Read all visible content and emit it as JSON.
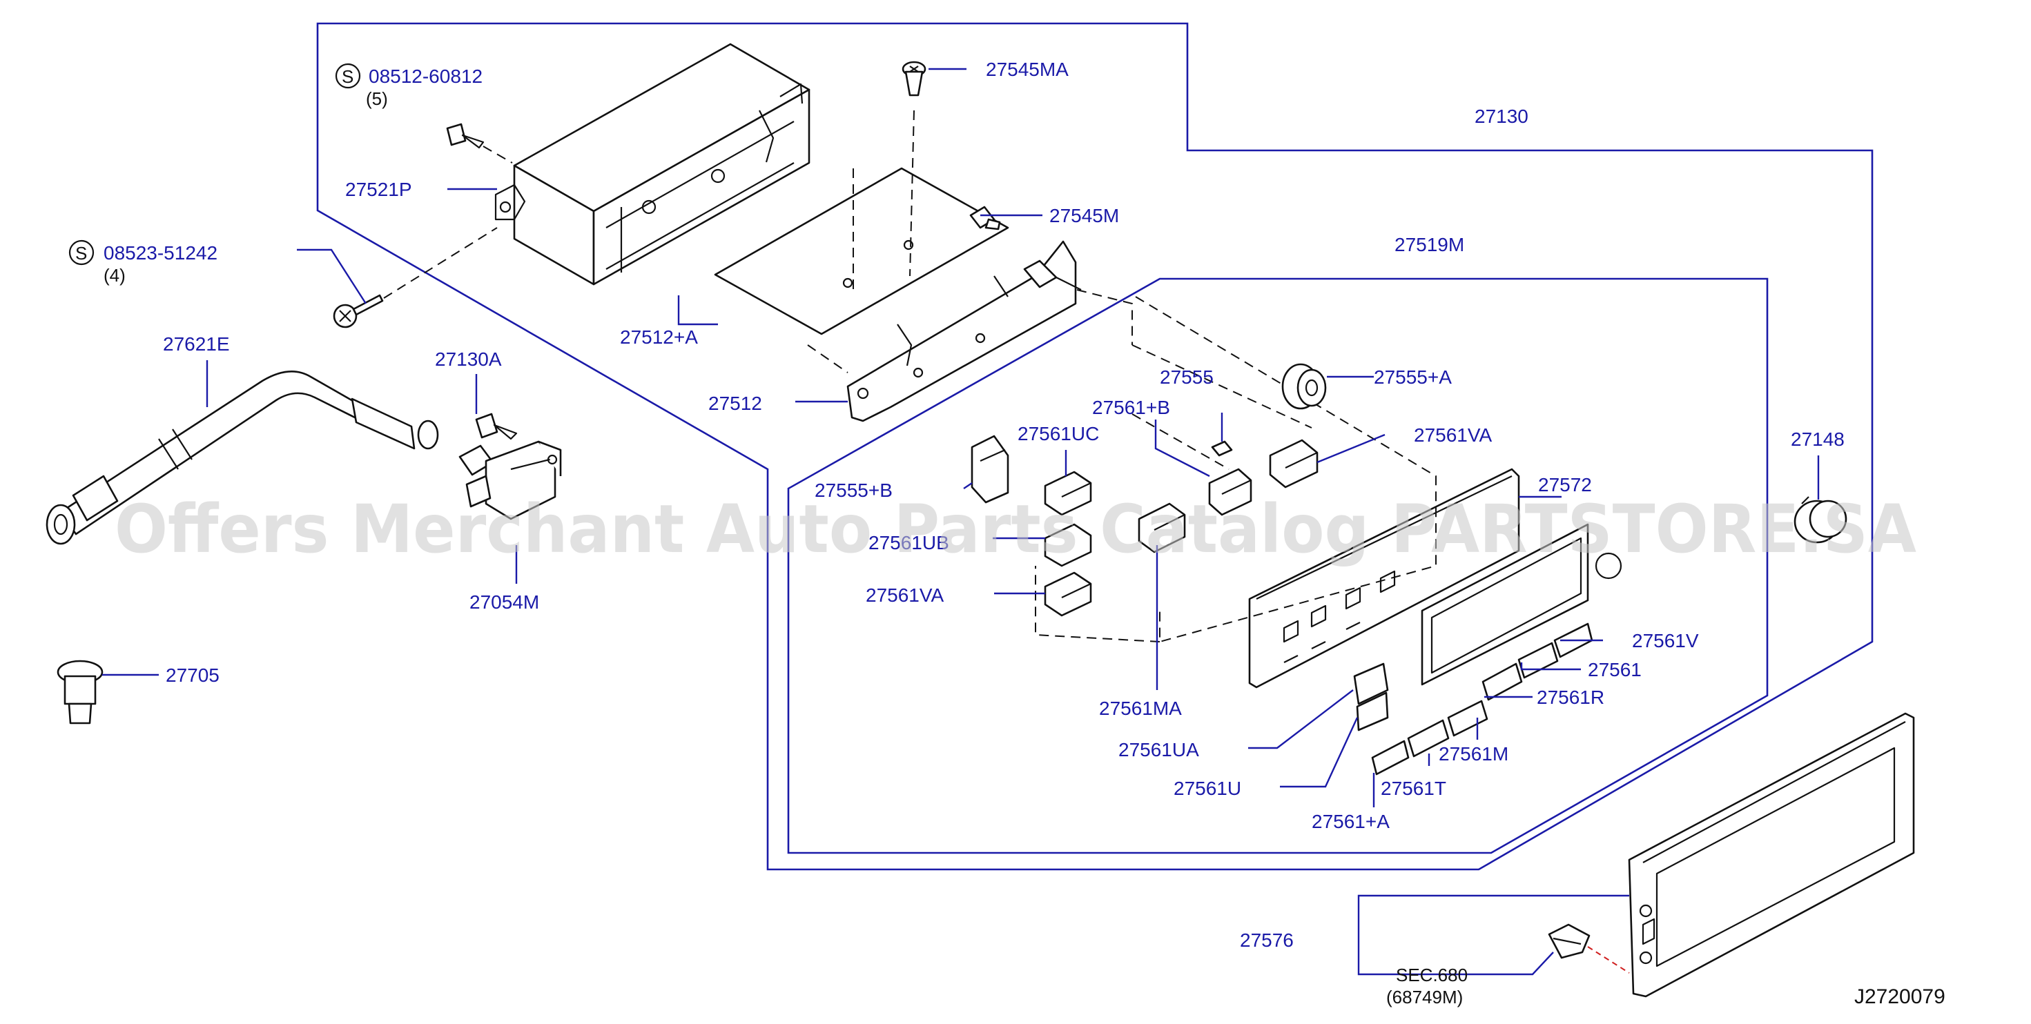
{
  "labels": {
    "p08512": "08512-60812",
    "p08512_qty": "(5)",
    "p08523": "08523-51242",
    "p08523_qty": "(4)",
    "p27521P": "27521P",
    "p27545MA": "27545MA",
    "p27545M": "27545M",
    "p27130": "27130",
    "p27519M": "27519M",
    "p27512A": "27512+A",
    "p27512": "27512",
    "p27621E": "27621E",
    "p27130A": "27130A",
    "p27054M": "27054M",
    "p27705": "27705",
    "p27555": "27555",
    "p27555A": "27555+A",
    "p27561B": "27561+B",
    "p27561UC": "27561UC",
    "p27561VA_top": "27561VA",
    "p27555B": "27555+B",
    "p27561UB": "27561UB",
    "p27561VA_bot": "27561VA",
    "p27572": "27572",
    "p27148": "27148",
    "p27561V": "27561V",
    "p27561": "27561",
    "p27561R": "27561R",
    "p27561MA": "27561MA",
    "p27561UA": "27561UA",
    "p27561M": "27561M",
    "p27561U": "27561U",
    "p27561T": "27561T",
    "p27561A": "27561+A",
    "p27576": "27576",
    "sec": "SEC.680",
    "sec_ref": "(68749M)",
    "s_symbol": "S",
    "diagram_id": "J2720079"
  },
  "watermark": "Offers Merchant Auto Parts Catalog PARTSTORE.SA",
  "colors": {
    "label": "#1a1aa8",
    "line": "#111111",
    "watermark": "#c8c8c8"
  }
}
